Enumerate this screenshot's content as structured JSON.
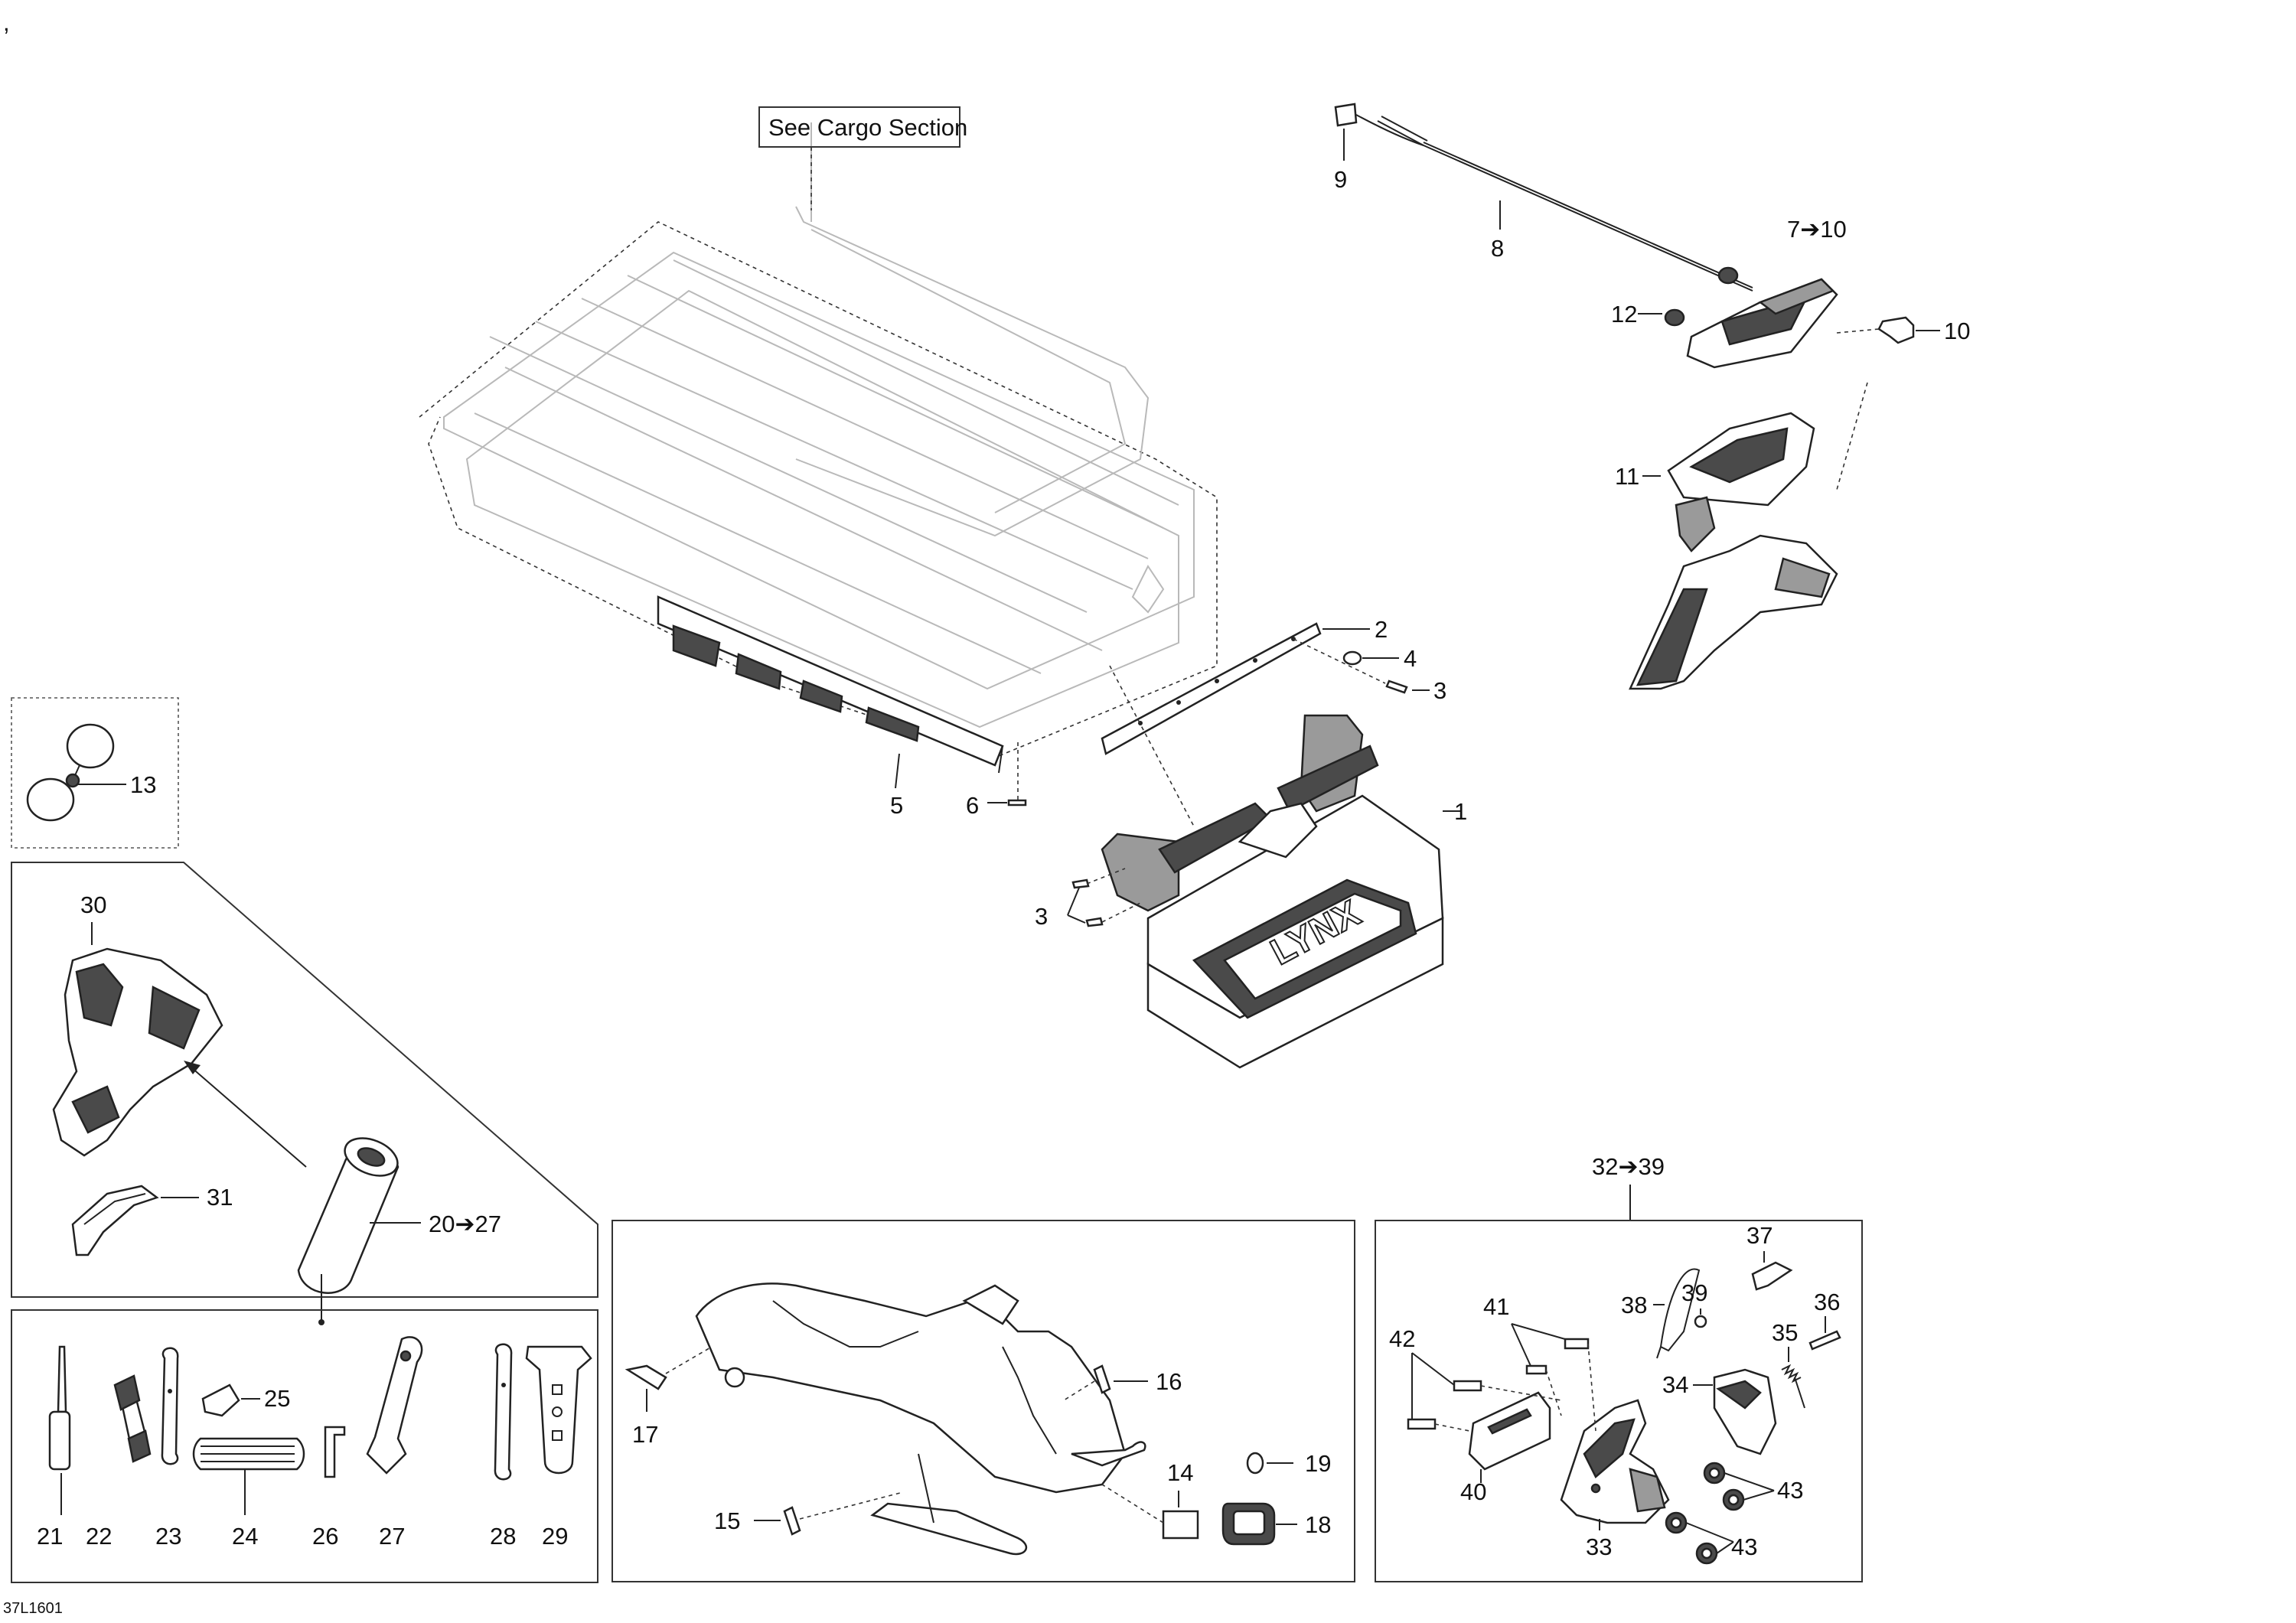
{
  "header_mark": ",",
  "figure_code": "37L1601",
  "callouts": {
    "see_cargo": "See Cargo Section",
    "c1": "1",
    "c2": "2",
    "c3a": "3",
    "c3b": "3",
    "c4": "4",
    "c5": "5",
    "c6": "6",
    "c7": "7➔10",
    "c8": "8",
    "c9": "9",
    "c10": "10",
    "c11": "11",
    "c12": "12",
    "c13": "13",
    "c14": "14",
    "c15": "15",
    "c16": "16",
    "c17": "17",
    "c18": "18",
    "c19": "19",
    "c20": "20➔27",
    "c21": "21",
    "c22": "22",
    "c23": "23",
    "c24": "24",
    "c25": "25",
    "c26": "26",
    "c27": "27",
    "c28": "28",
    "c29": "29",
    "c30": "30",
    "c31": "31",
    "c32": "32➔39",
    "c33": "33",
    "c34": "34",
    "c35": "35",
    "c36": "36",
    "c37": "37",
    "c38": "38",
    "c39": "39",
    "c40": "40",
    "c41": "41",
    "c42": "42",
    "c43a": "43",
    "c43b": "43"
  },
  "logo_text": "LYNX"
}
